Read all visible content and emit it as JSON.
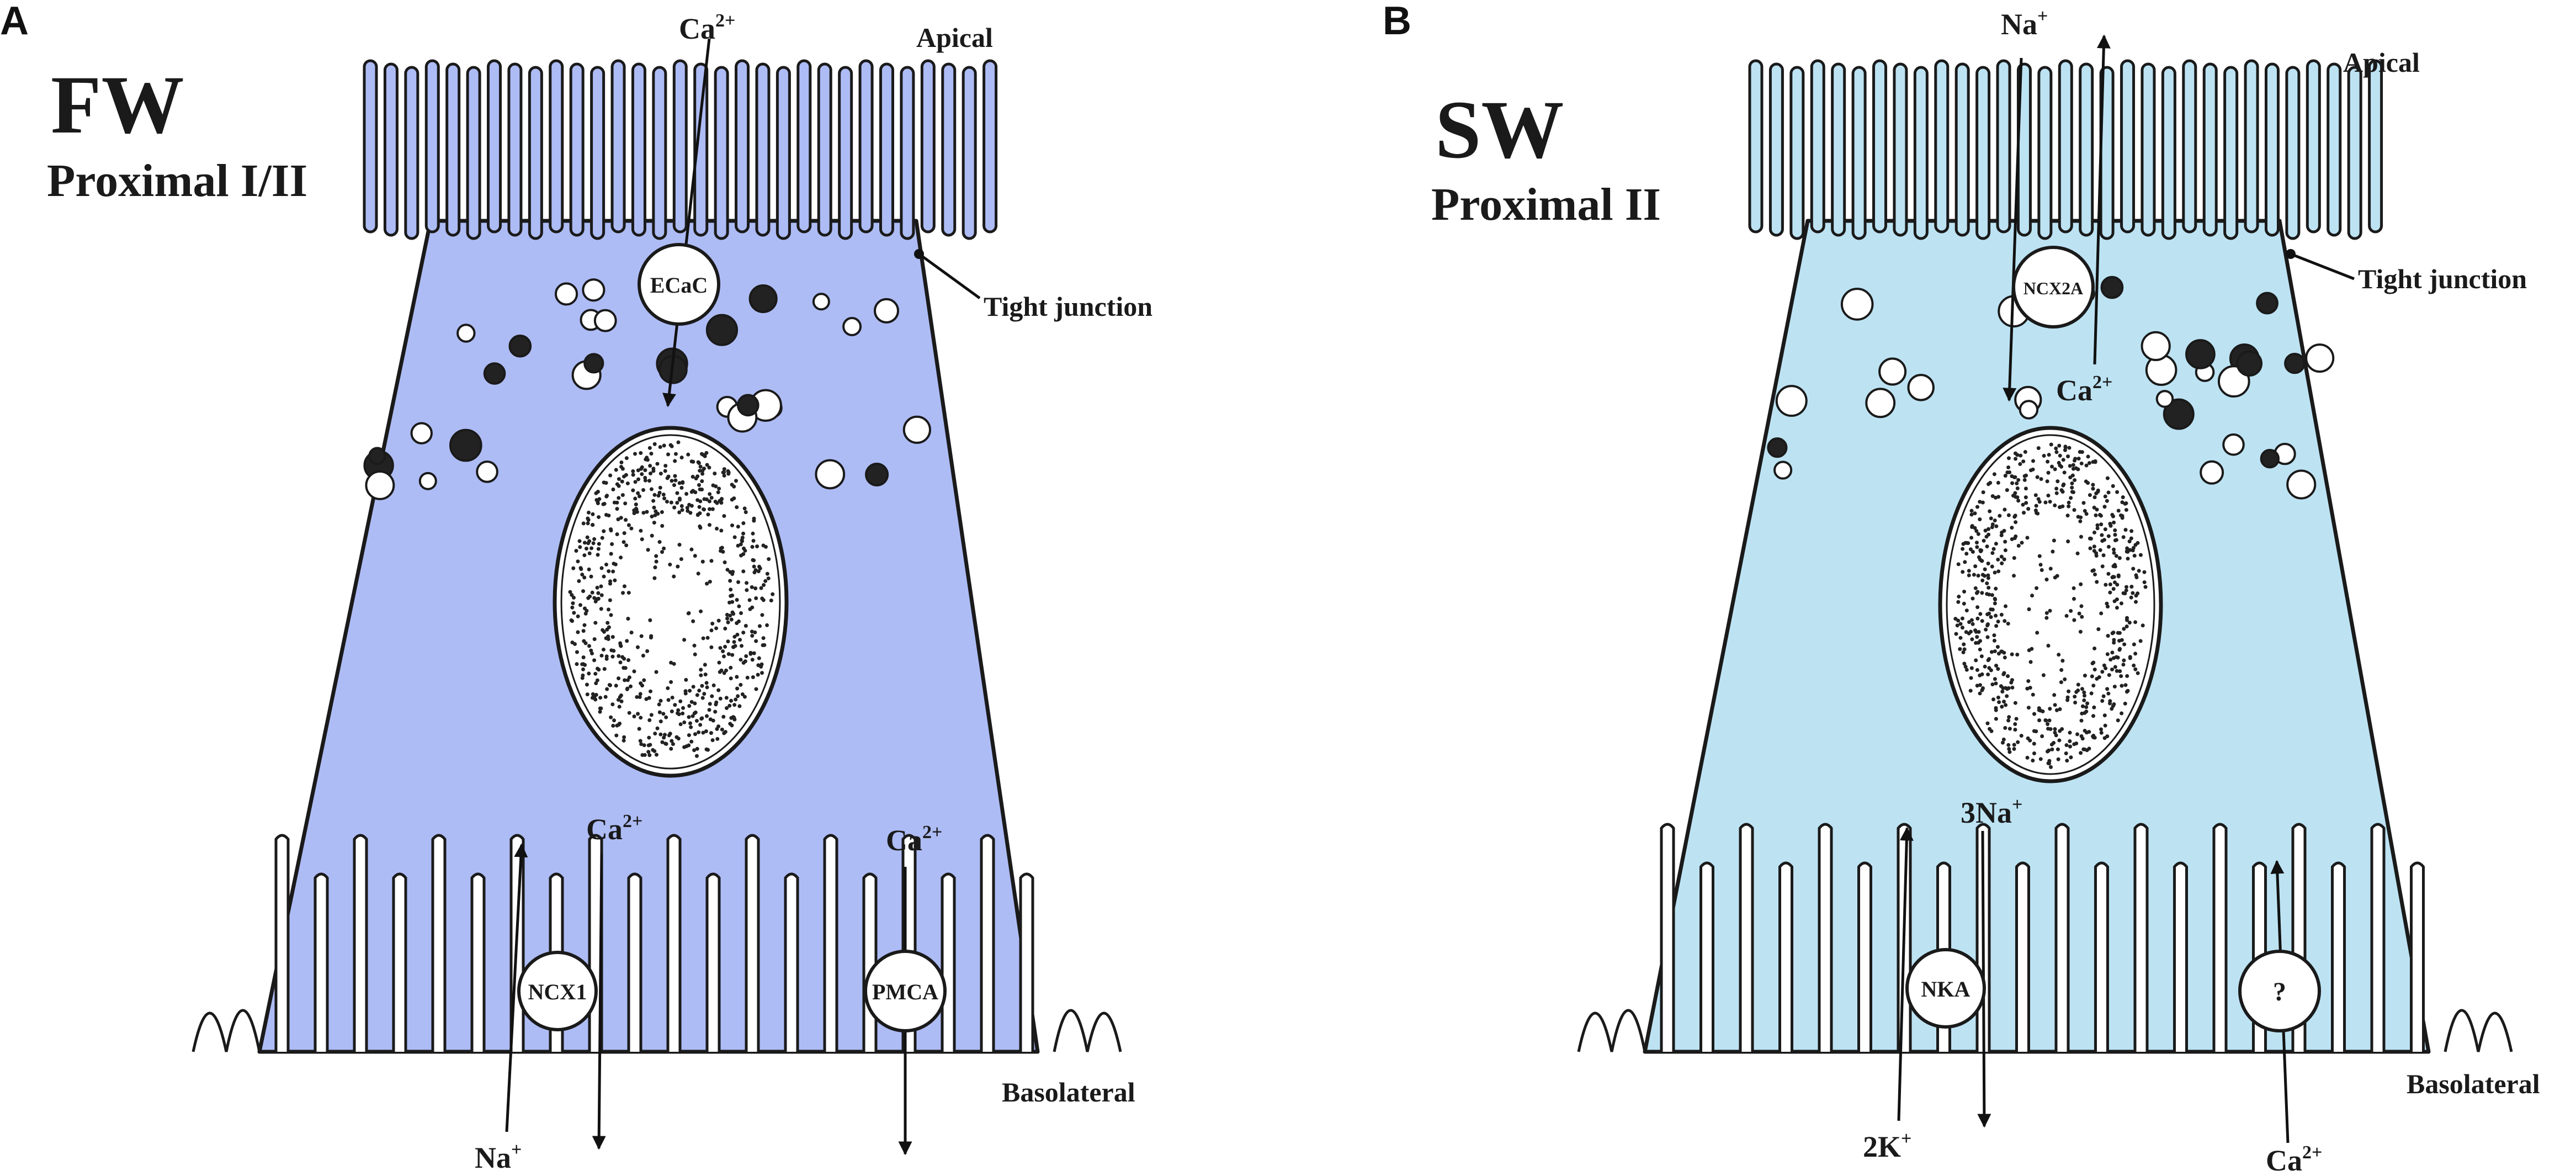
{
  "panels": [
    {
      "letter": "A",
      "medium": "FW",
      "region": "Proximal I/II",
      "cell_color": "#aebcf5",
      "labels": {
        "apical": "Apical",
        "tight_junction": "Tight junction",
        "basolateral": "Basolateral"
      },
      "proteins": {
        "apical": "ECaC",
        "basal_left": "NCX1",
        "basal_right": "PMCA"
      },
      "ions": {
        "apical_ca": "Ca",
        "apical_ca_sup": "2+",
        "basal_left_ca": "Ca",
        "basal_left_ca_sup": "2+",
        "basal_right_ca": "Ca",
        "basal_right_ca_sup": "2+",
        "basal_na": "Na",
        "basal_na_sup": "+"
      }
    },
    {
      "letter": "B",
      "medium": "SW",
      "region": "Proximal II",
      "cell_color": "#bde3f3",
      "labels": {
        "apical": "Apical",
        "tight_junction": "Tight junction",
        "basolateral": "Basolateral"
      },
      "proteins": {
        "apical": "NCX2A",
        "basal_left": "NKA",
        "basal_right": "?"
      },
      "ions": {
        "apical_na": "Na",
        "apical_na_sup": "+",
        "apical_ca": "Ca",
        "apical_ca_sup": "2+",
        "basal_3na": "3Na",
        "basal_3na_sup": "+",
        "basal_2k": "2K",
        "basal_2k_sup": "+",
        "basal_ca": "Ca",
        "basal_ca_sup": "2+"
      }
    }
  ]
}
